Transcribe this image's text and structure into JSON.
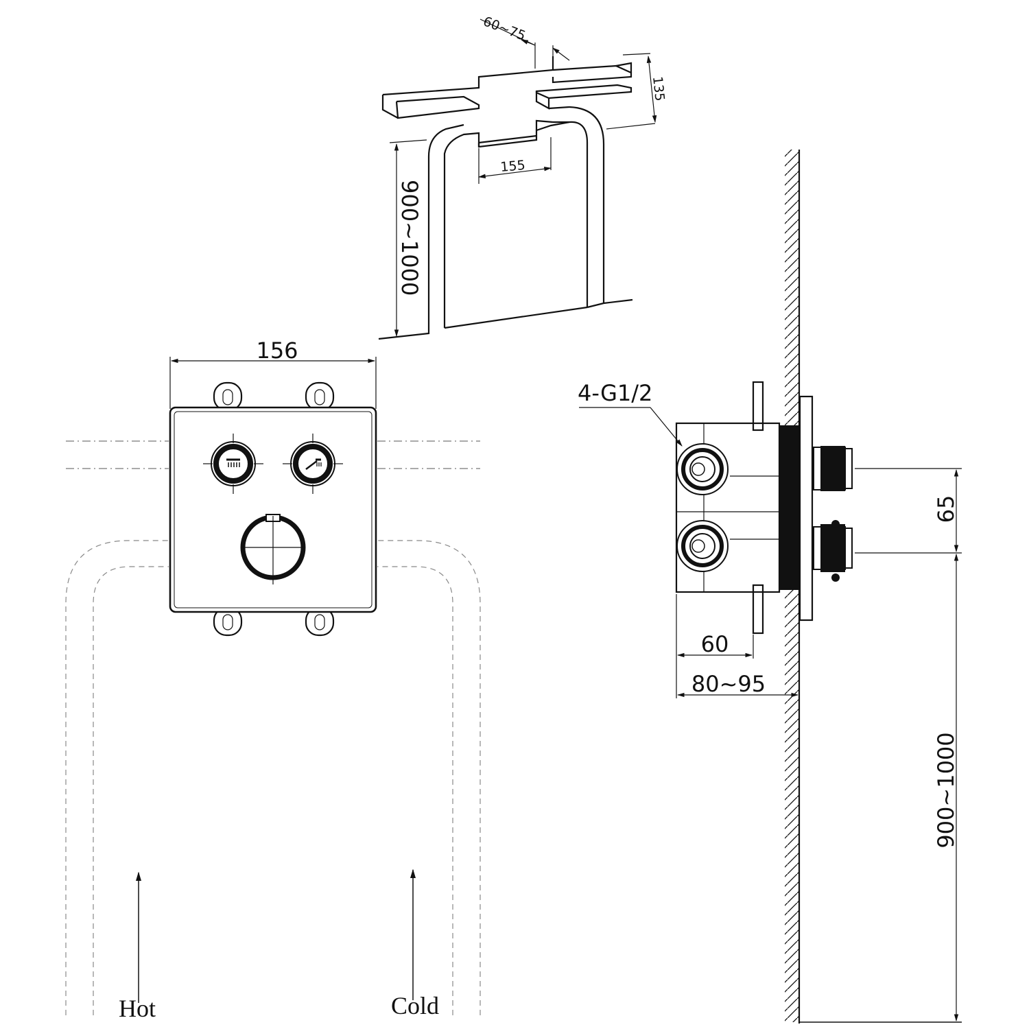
{
  "dimensions": {
    "top_offset": "60~75",
    "top_depth": "135",
    "top_spacing": "155",
    "top_height": "900~1000",
    "front_width": "156",
    "side_thread": "4-G1/2",
    "side_body_depth": "60",
    "side_install_depth": "80~95",
    "side_outlet_spacing": "65",
    "side_height": "900~1000"
  },
  "labels": {
    "hot": "Hot",
    "cold": "Cold"
  },
  "icons": {
    "button_left": "shower-head-icon",
    "button_right": "hand-shower-icon"
  }
}
